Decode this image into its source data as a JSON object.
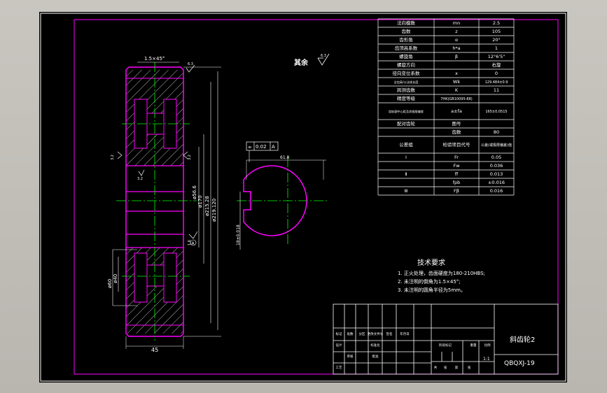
{
  "drawing": {
    "title": "斜齿轮2",
    "code": "QBQXJ-19",
    "colors": {
      "background": "#000000",
      "frame": "#ffffff",
      "section": "#ff00ff",
      "hatch": "#ffffff",
      "centerline": "#00ff00",
      "dimension": "#ffffff"
    }
  },
  "section_view": {
    "chamfer_label": "1.5×45°",
    "width_label": "45",
    "diameters": [
      "ø56.6",
      "ø170",
      "ø215.28",
      "ø219.120",
      "ø60",
      "ø40"
    ],
    "roughness": [
      "6.3",
      "3.2",
      "3.2",
      "3.2",
      "1.6"
    ],
    "datum_label": "A"
  },
  "roughness_note": {
    "text": "其余",
    "value": "6.3"
  },
  "hub_view": {
    "tolerance": [
      "⌯",
      "0.02",
      "A"
    ],
    "keyway_depth": "61.8",
    "keyway_width": "18±0.018"
  },
  "param_table": {
    "rows": [
      [
        "法向模数",
        "mn",
        "2.5"
      ],
      [
        "齿数",
        "z",
        "105"
      ],
      [
        "齿形角",
        "α",
        "20°"
      ],
      [
        "齿顶高系数",
        "h*a",
        "1"
      ],
      [
        "螺旋角",
        "β",
        "12°6'5\""
      ],
      [
        "螺旋方向",
        "",
        "右旋"
      ],
      [
        "径向变位系数",
        "x",
        "0"
      ],
      [
        "全齿高/公法线长度",
        "Wk",
        "129.484±0.9"
      ],
      [
        "跨测齿数",
        "K",
        "11"
      ],
      [
        "精度等级",
        "7HK(GB10095-88)",
        ""
      ],
      [
        "齿轮副中心距及其极限偏差",
        "a±fa",
        "165±0.0515"
      ],
      [
        "配对齿轮",
        "图号",
        ""
      ],
      [
        "",
        "齿数",
        "80"
      ],
      [
        "公差组",
        "检验项目代号",
        "公差(或极限偏差)值"
      ],
      [
        "Ⅰ",
        "Fr",
        "0.05"
      ],
      [
        "",
        "Fw",
        "0.036"
      ],
      [
        "Ⅱ",
        "ff",
        "0.013"
      ],
      [
        "",
        "fpb",
        "±0.016"
      ],
      [
        "Ⅲ",
        "Fβ",
        "0.016"
      ]
    ]
  },
  "tech_req": {
    "heading": "技术要求",
    "items": [
      "1. 正火处理，齿面硬度为180-210HBS;",
      "2. 未注明的倒角为1.5×45°;",
      "3. 未注明的圆角半径为5mm。"
    ]
  },
  "title_block": {
    "labels": [
      "标记",
      "处数",
      "分区",
      "更改文件号",
      "签名",
      "年月日",
      "设计",
      "标准化",
      "审核",
      "工艺",
      "批准",
      "阶段标记",
      "重量",
      "比例",
      "共",
      "张",
      "第",
      "张"
    ],
    "scale": "1:1"
  }
}
